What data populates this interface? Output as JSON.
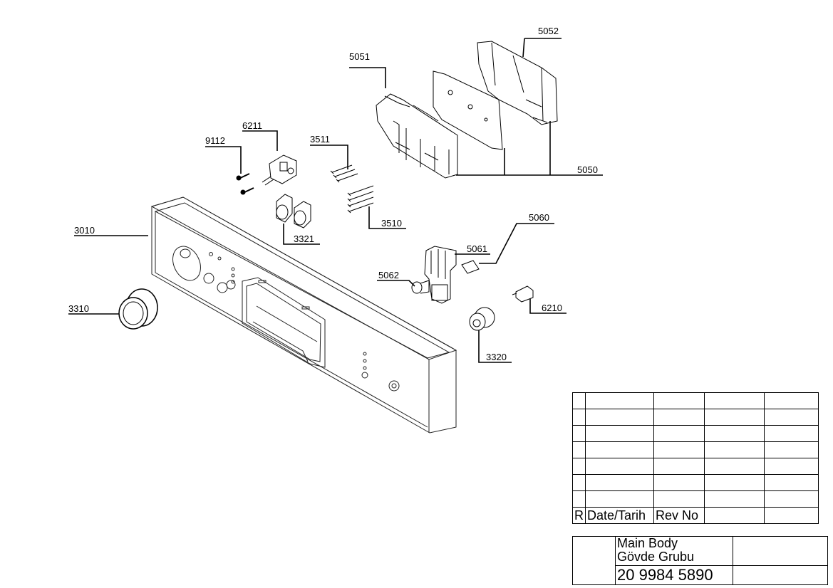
{
  "callouts": {
    "c5052": "5052",
    "c5051": "5051",
    "c6211": "6211",
    "c9112": "9112",
    "c3511": "3511",
    "c5050": "5050",
    "c3510": "3510",
    "c3010": "3010",
    "c3321": "3321",
    "c5060": "5060",
    "c5061": "5061",
    "c5062": "5062",
    "c3310": "3310",
    "c6210": "6210",
    "c3320": "3320"
  },
  "title_block": {
    "rev_marker": "R",
    "date_header": "Date/Tarih",
    "rev_no_header": "Rev No",
    "title_en": "Main Body",
    "title_tr": "Gövde Grubu",
    "part_number": "20 9984 5890"
  }
}
